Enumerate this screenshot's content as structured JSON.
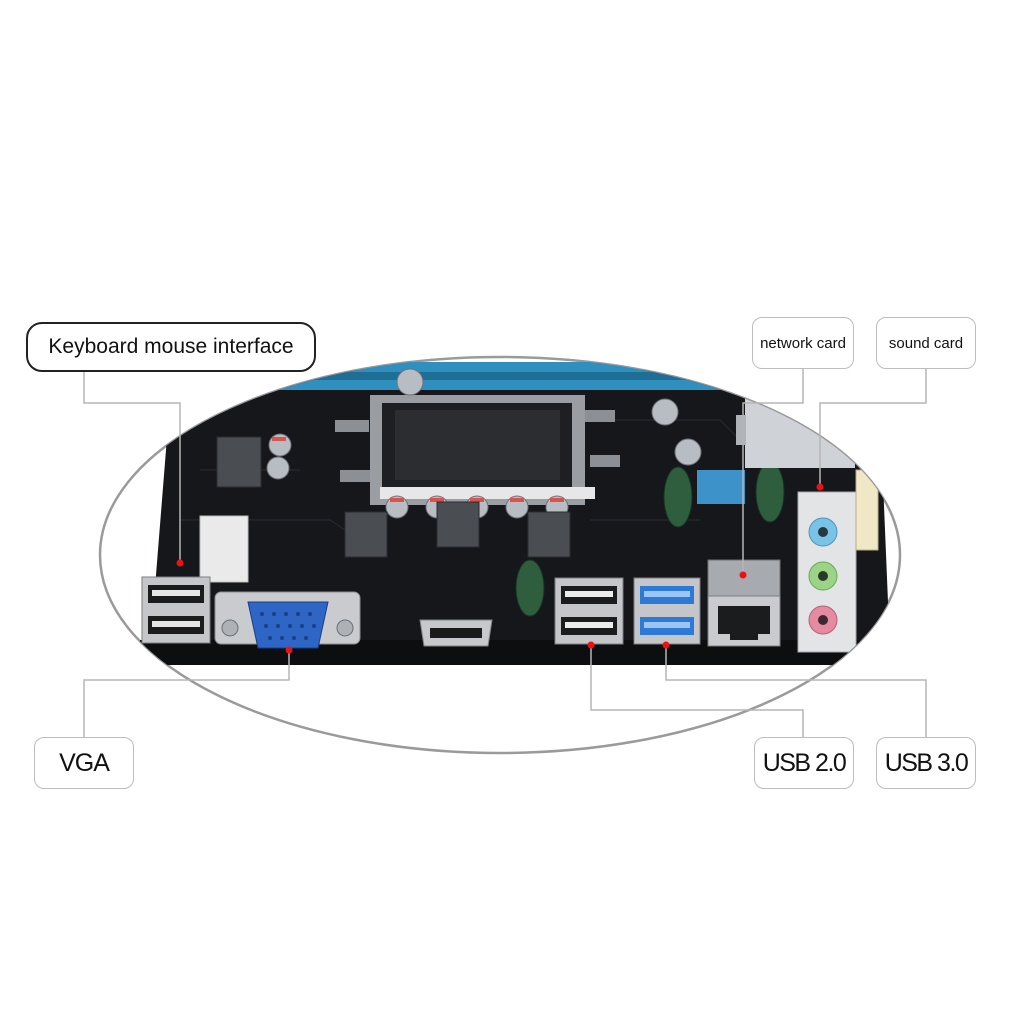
{
  "labels": {
    "keyboard_mouse": "Keyboard mouse interface",
    "network_card": "network card",
    "sound_card": "sound card",
    "vga": "VGA",
    "usb2": "USB 2.0",
    "usb3": "USB 3.0"
  },
  "colors": {
    "board": "#14161a",
    "ram_slot_blue": "#2f8fbf",
    "vga_blue": "#2f66c6",
    "usb3_blue": "#2d79d6",
    "callout_dot": "#ee1111",
    "leader_line": "#b5b5b5",
    "audio_blue": "#79c3e6",
    "audio_green": "#9cd487",
    "audio_pink": "#e48aa1"
  }
}
